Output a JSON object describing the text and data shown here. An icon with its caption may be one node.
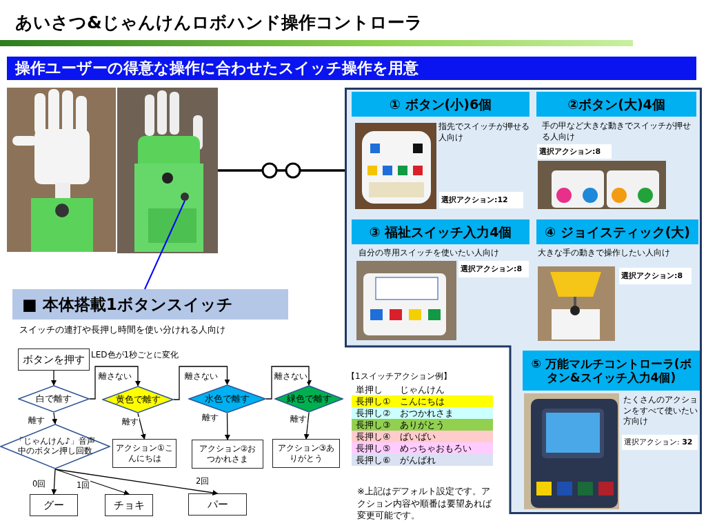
{
  "diagram": {
    "title": "あいさつ&じゃんけんロボハンド操作コントローラ",
    "nodes": [
      {
        "text": [
          "操作ユーザーの得意な操作に合わせたスイッチ操作を用意"
        ]
      },
      {
        "text": [],
        "shape": "picture"
      },
      {
        "text": [],
        "shape": "picture"
      },
      {
        "text": [],
        "shape": "box"
      },
      {
        "text": [
          "① ボタン(小)6個",
          "指先でスイッチが押せる人向け"
        ],
        "in": 3
      },
      {
        "text": [],
        "shape": "picture",
        "in": 4
      },
      {
        "text": [
          "選択アクション:12"
        ],
        "in": 4
      },
      {
        "text": [
          "②ボタン(大)4個",
          "手の甲など大きな動きでスイッチが押せる人向け"
        ],
        "in": 3
      },
      {
        "text": [
          "選択アクション:8"
        ],
        "in": 7
      },
      {
        "text": [],
        "shape": "picture",
        "in": 7
      },
      {
        "text": [
          "③ 福祉スイッチ入力4個",
          "自分の専用スイッチを使いたい人向け"
        ],
        "in": 3
      },
      {
        "text": [],
        "shape": "picture",
        "in": 10
      },
      {
        "text": [
          "選択アクション:8"
        ],
        "in": 10
      },
      {
        "text": [
          "④ ジョイスティック(大)",
          "大きな手の動きで操作したい人向け"
        ],
        "in": 3
      },
      {
        "text": [],
        "shape": "picture",
        "in": 13
      },
      {
        "text": [
          "選択アクション:8"
        ],
        "in": 13
      },
      {
        "text": [
          "■ 本体搭載1ボタンスイッチ"
        ],
        "beside": [
          "スイッチの連打や長押し時間を使い分けれる人向け"
        ]
      },
      {
        "text": [
          "⑤ 万能マルチコントローラ(ボタン&スイッチ入力4個)",
          "たくさんのアクションをすべて使いたい方向け"
        ],
        "in": 3
      },
      {
        "text": [],
        "shape": "picture",
        "in": 17
      },
      {
        "text": [
          "選択アクション: **32**"
        ],
        "in": 17
      },
      {
        "text": [
          "ボタンを押す"
        ]
      },
      {
        "text": [
          "白で離す"
        ]
      },
      {
        "text": [
          "黄色で離す"
        ]
      },
      {
        "text": [
          "水色で離す"
        ]
      },
      {
        "text": [
          "緑色で離す"
        ]
      },
      {
        "text": [
          "「じゃんけん♪」音声中のボタン押し回数"
        ]
      },
      {
        "text": [
          "アクション①こんにちは"
        ]
      },
      {
        "text": [
          "アクション②おつかれさま"
        ]
      },
      {
        "text": [
          "アクション③ありがとう"
        ]
      },
      {
        "text": [
          "グー"
        ]
      },
      {
        "text": [
          "チョキ"
        ]
      },
      {
        "text": [
          "パー"
        ]
      },
      {
        "text": [],
        "shape": "circle",
        "in": 2
      }
    ],
    "edges": [
      {
        "from": 2,
        "to": 3,
        "arrow": "none",
        "style": "thick"
      },
      {
        "from": 16,
        "to": 32,
        "arrow": "none",
        "color": "#0000ff"
      },
      {
        "from": 20,
        "to": 21,
        "arrow": "to"
      },
      {
        "from": 21,
        "to": 22,
        "arrow": "to",
        "label": "離さない"
      },
      {
        "from": 22,
        "to": 23,
        "arrow": "to",
        "label": "離さない"
      },
      {
        "from": 23,
        "to": 24,
        "arrow": "to",
        "label": "離さない"
      },
      {
        "from": 21,
        "to": 25,
        "arrow": "to",
        "label": "離す"
      },
      {
        "from": 22,
        "to": 26,
        "arrow": "to",
        "label": "離す"
      },
      {
        "from": 23,
        "to": 27,
        "arrow": "to",
        "label": "離す"
      },
      {
        "from": 24,
        "to": 28,
        "arrow": "to",
        "label": "離す"
      },
      {
        "from": 25,
        "to": 29,
        "arrow": "to",
        "label": "0回"
      },
      {
        "from": 25,
        "to": 30,
        "arrow": "to",
        "label": "1回"
      },
      {
        "from": 25,
        "to": 31,
        "arrow": "to",
        "label": "2回"
      }
    ],
    "labels": [
      "LED色が1秒ごとに変化",
      "【1スイッチアクション例】",
      "単押し",
      "じゃんけん",
      "長押し①",
      "こんにちは",
      "長押し②",
      "おつかれさま",
      "長押し③",
      "ありがとう",
      "長押し④",
      "ばいばい",
      "長押し⑤",
      "めっちゃおもろい",
      "長押し⑥",
      "がんばれ",
      "※上記はデフォルト設定です。アクション内容や順番は要望あれば変更可能です。"
    ]
  }
}
